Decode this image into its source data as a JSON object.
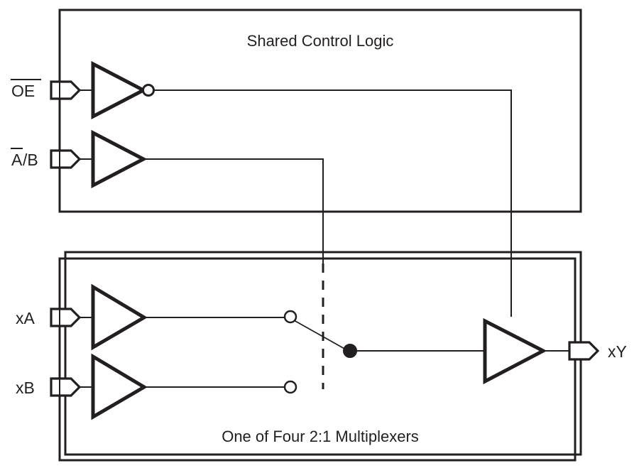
{
  "diagram": {
    "title_top_block": "Shared Control Logic",
    "title_bottom_block": "One of Four 2:1 Multiplexers",
    "background_color": "#ffffff",
    "line_color": "#231f20"
  },
  "inputs": {
    "oe": {
      "label": "OE",
      "overline": true,
      "meaning": "output-enable-active-low",
      "gate": "inverter"
    },
    "ab": {
      "label_overlined_part": "A",
      "label_rest": "/B",
      "full_label": "A/B",
      "meaning": "select-a-not-b",
      "gate": "buffer"
    },
    "xa": {
      "label": "xA",
      "gate": "buffer"
    },
    "xb": {
      "label": "xB",
      "gate": "buffer"
    }
  },
  "outputs": {
    "xy": {
      "label": "xY",
      "gate": "tristate-buffer"
    }
  },
  "switch": {
    "pole_a_node": "open",
    "pole_b_node": "open",
    "common_node": "filled",
    "selected_pole": "xA",
    "control_line_style": "dashed"
  },
  "gates": {
    "oe_inverter": "inverter-with-bubble",
    "ab_buffer": "buffer",
    "xa_buffer": "buffer",
    "xb_buffer": "buffer",
    "output_buffer": "tristate-buffer"
  }
}
